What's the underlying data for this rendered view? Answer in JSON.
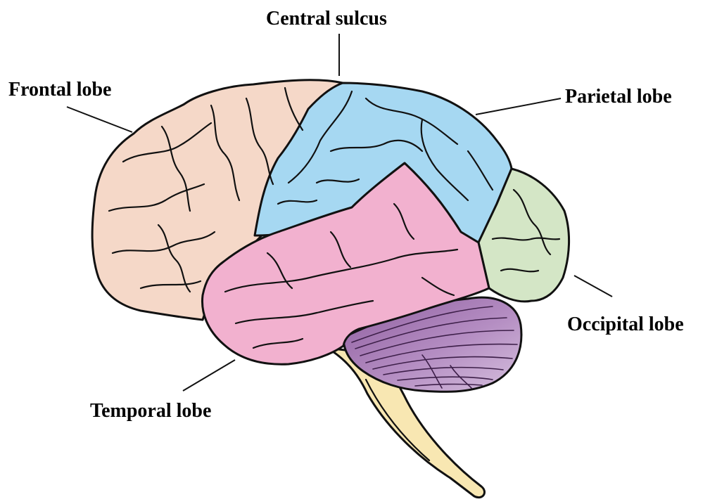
{
  "labels": {
    "central_sulcus": "Central sulcus",
    "frontal_lobe": "Frontal lobe",
    "parietal_lobe": "Parietal lobe",
    "occipital_lobe": "Occipital lobe",
    "temporal_lobe": "Temporal lobe"
  },
  "colors": {
    "frontal": "#f5d8c8",
    "parietal": "#a6d8f2",
    "temporal": "#f2b1cf",
    "occipital": "#d4e6c6",
    "cerebellum": "#a37ab4",
    "brainstem": "#f8e7b2",
    "outline": "#111111"
  }
}
